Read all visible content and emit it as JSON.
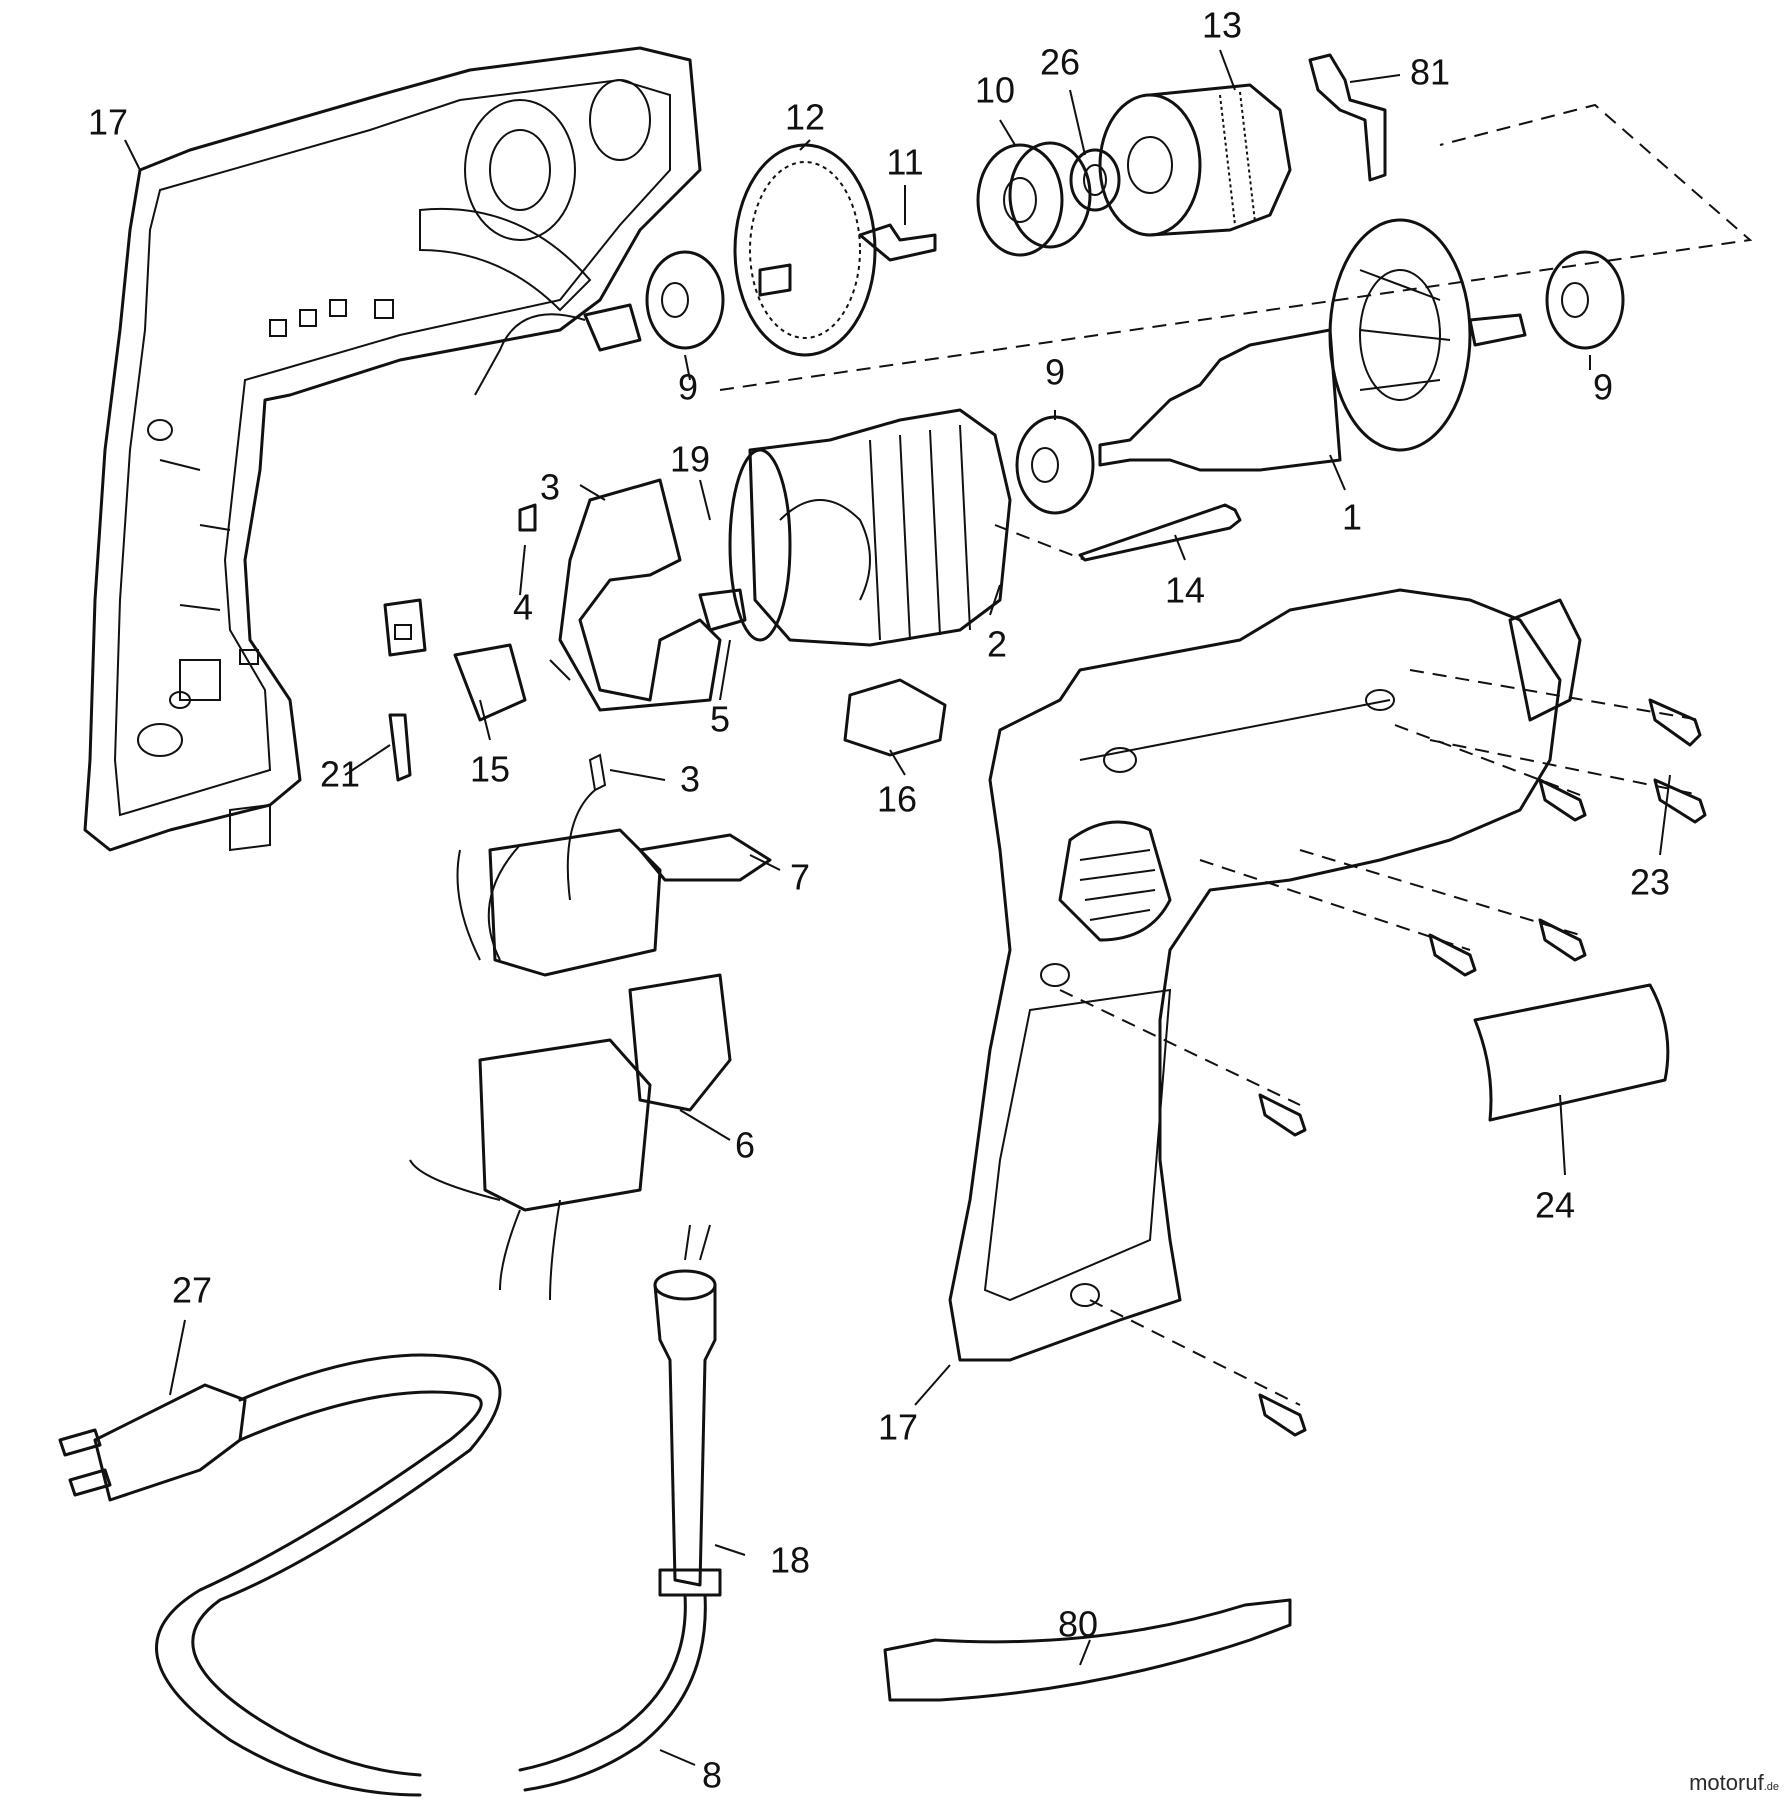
{
  "callouts": [
    {
      "id": "c17a",
      "label": "17"
    },
    {
      "id": "c12",
      "label": "12"
    },
    {
      "id": "c10",
      "label": "10"
    },
    {
      "id": "c26",
      "label": "26"
    },
    {
      "id": "c13",
      "label": "13"
    },
    {
      "id": "c81",
      "label": "81"
    },
    {
      "id": "c11",
      "label": "11"
    },
    {
      "id": "c9a",
      "label": "9"
    },
    {
      "id": "c9b",
      "label": "9"
    },
    {
      "id": "c9c",
      "label": "9"
    },
    {
      "id": "c3a",
      "label": "3"
    },
    {
      "id": "c19",
      "label": "19"
    },
    {
      "id": "c1",
      "label": "1"
    },
    {
      "id": "c4",
      "label": "4"
    },
    {
      "id": "c14",
      "label": "14"
    },
    {
      "id": "c2",
      "label": "2"
    },
    {
      "id": "c5",
      "label": "5"
    },
    {
      "id": "c21",
      "label": "21"
    },
    {
      "id": "c15",
      "label": "15"
    },
    {
      "id": "c3b",
      "label": "3"
    },
    {
      "id": "c16",
      "label": "16"
    },
    {
      "id": "c7",
      "label": "7"
    },
    {
      "id": "c23",
      "label": "23"
    },
    {
      "id": "c6",
      "label": "6"
    },
    {
      "id": "c24",
      "label": "24"
    },
    {
      "id": "c27",
      "label": "27"
    },
    {
      "id": "c17b",
      "label": "17"
    },
    {
      "id": "c18",
      "label": "18"
    },
    {
      "id": "c80",
      "label": "80"
    },
    {
      "id": "c8",
      "label": "8"
    }
  ],
  "watermark": {
    "text": "motoruf",
    "suffix": ".de"
  }
}
